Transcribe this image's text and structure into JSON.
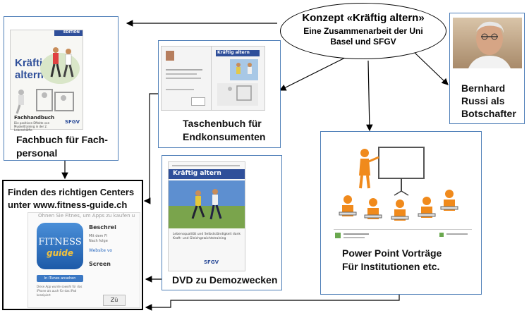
{
  "concept": {
    "title": "Konzept «Kräftig altern»",
    "line2": "Eine Zusammenarbeit der Uni",
    "line3": "Basel und SFGV"
  },
  "fachbuch": {
    "cover_series": "EDITION",
    "cover_title_1": "Kräftig",
    "cover_title_2": "altern",
    "cover_subtitle": "Fachhandbuch",
    "cover_desc": "Die positiven Effekte von Muskeltraining in der 2. Lebenshälfte",
    "cover_publisher": "SFGV",
    "label_1": "Fachbuch für Fach-",
    "label_2": "personal"
  },
  "taschenbuch": {
    "cover_title": "Kräftig altern",
    "label_1": "Taschenbuch für",
    "label_2": "Endkonsumenten"
  },
  "russi": {
    "label_1": "Bernhard",
    "label_2": "Russi als",
    "label_3": "Botschafter"
  },
  "centers": {
    "label_1": "Finden des richtigen Centers",
    "label_2": "unter www.fitness-guide.ch",
    "top_text": "Ohnen Sie Fitnes, um Apps zu kaufen u",
    "app_word_1": "FITNESS",
    "app_word_2": "guide",
    "side_title": "Beschrei",
    "side_line1": "Mit dem Fi",
    "side_line2": "Nach folge",
    "side_link": "Website vo",
    "itunes_btn": "In iTunes ansehen",
    "note": "Diese App wurde sowohl für das iPhone als auch für das iPad konzipiert",
    "screens": "Screen",
    "zoom": "Zü"
  },
  "dvd": {
    "cover_title": "Kräftig altern",
    "cover_caption": "Lebensqualität und Selbstständigkeit dank Kraft- und Gleichgewichtstraining",
    "cover_publisher": "SFGV",
    "label": "DVD zu Demozwecken"
  },
  "powerpoint": {
    "label_1": "Power Point Vorträge",
    "label_2": "Für Institutionen etc."
  },
  "colors": {
    "box_border": "#4f7fb8",
    "arrow": "#000000",
    "cover_blue": "#2f4f9a",
    "figure_orange": "#f08a1c"
  }
}
